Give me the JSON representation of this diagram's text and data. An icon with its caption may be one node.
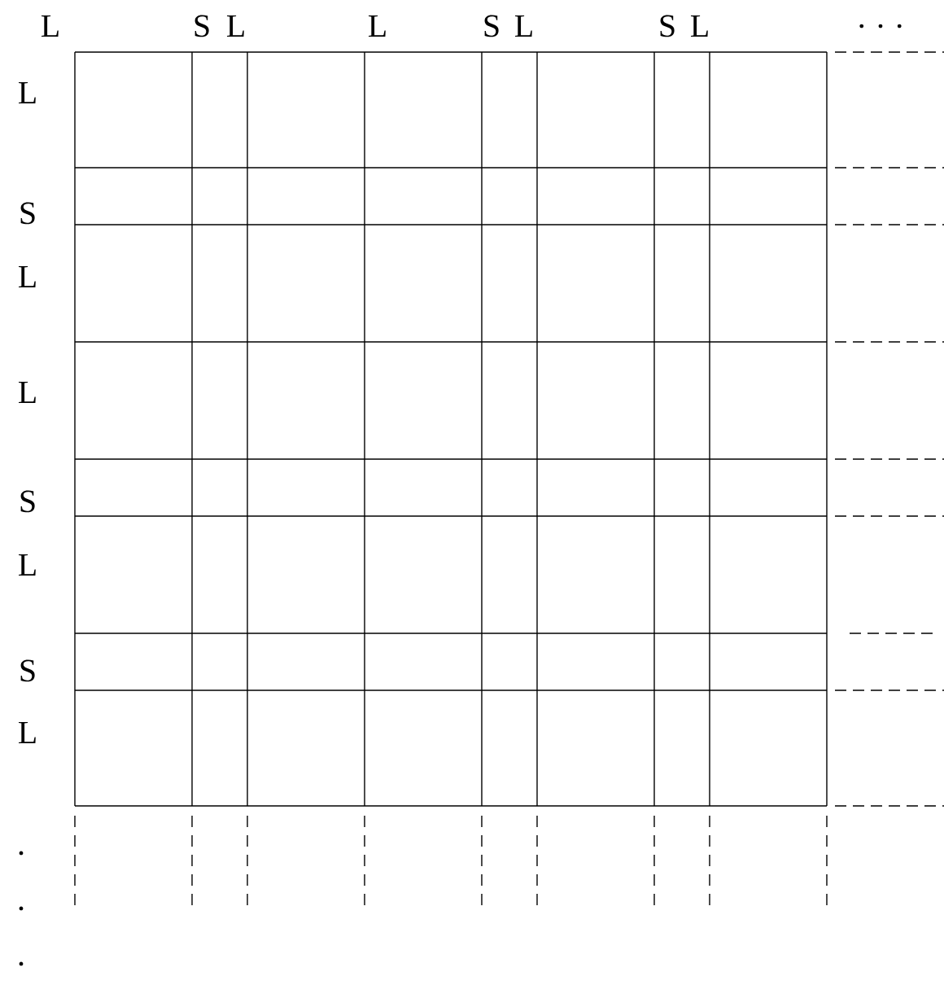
{
  "diagram": {
    "labels": [
      "L",
      "S",
      "L",
      "L",
      "S",
      "L",
      "S",
      "L",
      ". . .",
      "L",
      "S",
      "L",
      "L",
      "S",
      "L",
      "S",
      "L",
      ".",
      ".",
      "."
    ]
  }
}
